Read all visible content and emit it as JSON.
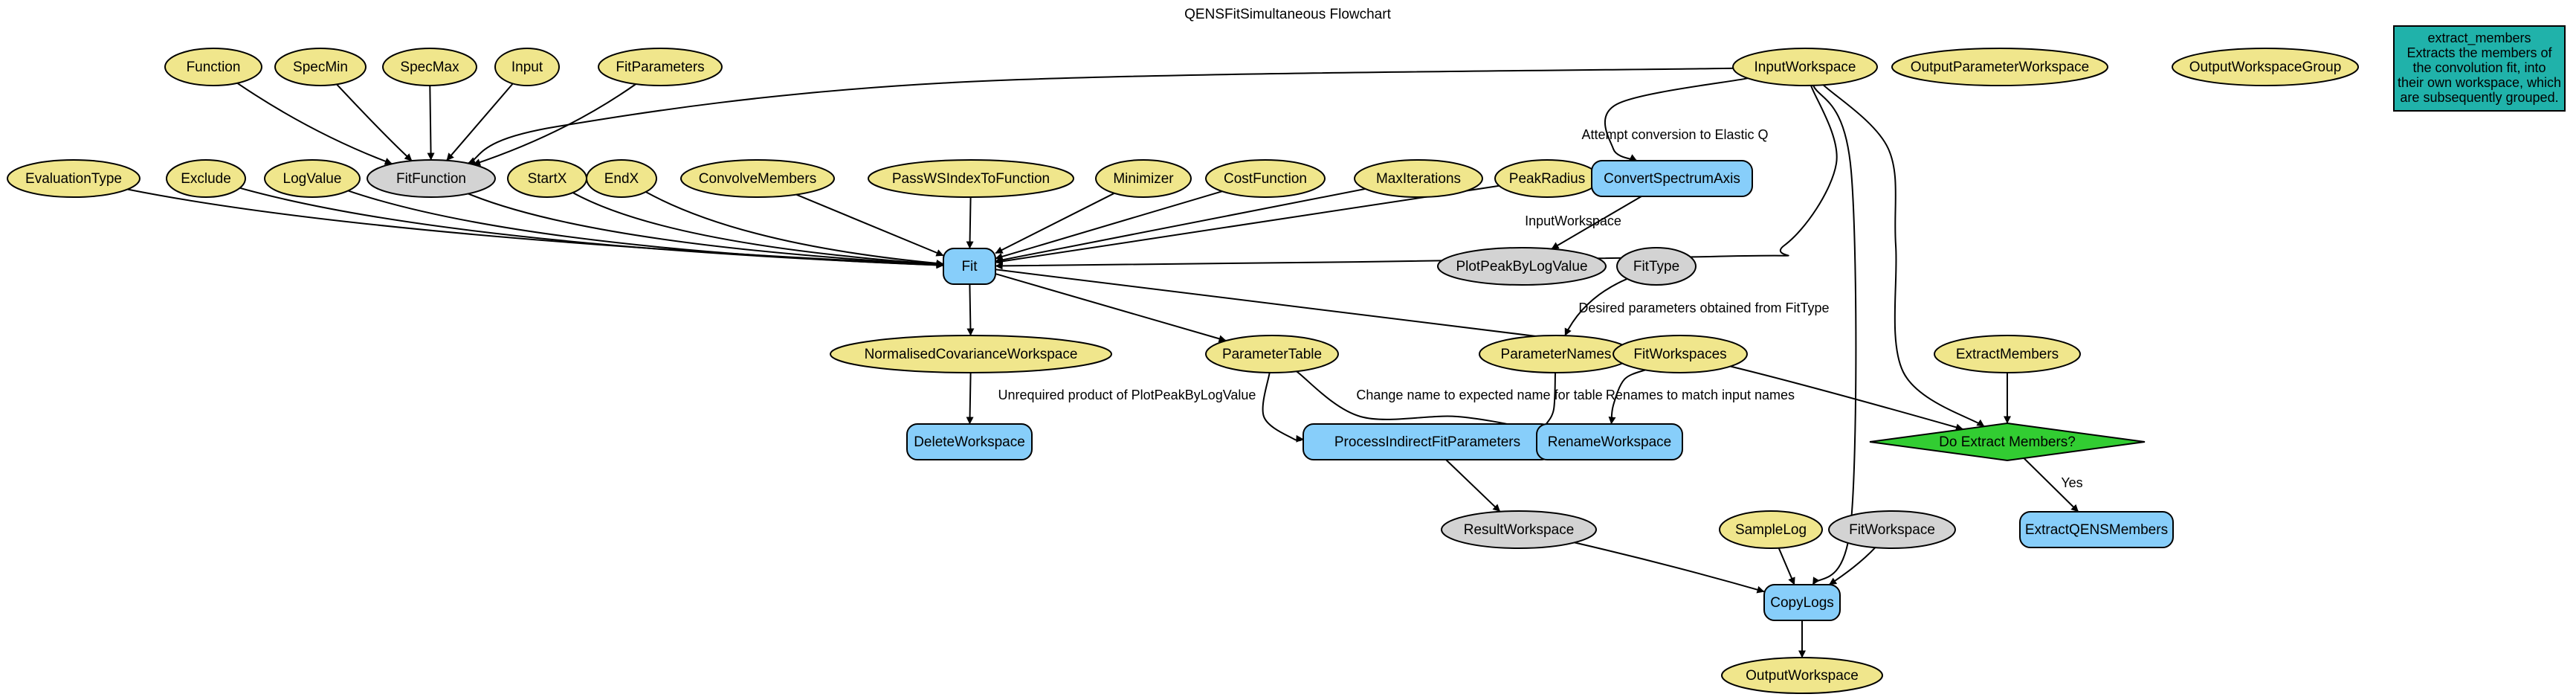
{
  "title": "QENSFitSimultaneous Flowchart",
  "colors": {
    "property": "#f0e68c",
    "algorithm": "#87cefa",
    "value": "#d3d3d3",
    "decision": "#32cd32",
    "note": "#20b2aa",
    "stroke": "#000000"
  },
  "nodes": [
    {
      "id": "Function",
      "label": "Function",
      "kind": "property"
    },
    {
      "id": "SpecMin",
      "label": "SpecMin",
      "kind": "property"
    },
    {
      "id": "SpecMax",
      "label": "SpecMax",
      "kind": "property"
    },
    {
      "id": "Input",
      "label": "Input",
      "kind": "property"
    },
    {
      "id": "FitParameters",
      "label": "FitParameters",
      "kind": "property"
    },
    {
      "id": "InputWorkspace",
      "label": "InputWorkspace",
      "kind": "property"
    },
    {
      "id": "OutputParameterWorkspace",
      "label": "OutputParameterWorkspace",
      "kind": "property"
    },
    {
      "id": "OutputWorkspaceGroup",
      "label": "OutputWorkspaceGroup",
      "kind": "property"
    },
    {
      "id": "EvaluationType",
      "label": "EvaluationType",
      "kind": "property"
    },
    {
      "id": "Exclude",
      "label": "Exclude",
      "kind": "property"
    },
    {
      "id": "LogValue",
      "label": "LogValue",
      "kind": "property"
    },
    {
      "id": "FitFunction",
      "label": "FitFunction",
      "kind": "value"
    },
    {
      "id": "StartX",
      "label": "StartX",
      "kind": "property"
    },
    {
      "id": "EndX",
      "label": "EndX",
      "kind": "property"
    },
    {
      "id": "ConvolveMembers",
      "label": "ConvolveMembers",
      "kind": "property"
    },
    {
      "id": "PassWSIndexToFunction",
      "label": "PassWSIndexToFunction",
      "kind": "property"
    },
    {
      "id": "Minimizer",
      "label": "Minimizer",
      "kind": "property"
    },
    {
      "id": "CostFunction",
      "label": "CostFunction",
      "kind": "property"
    },
    {
      "id": "MaxIterations",
      "label": "MaxIterations",
      "kind": "property"
    },
    {
      "id": "PeakRadius",
      "label": "PeakRadius",
      "kind": "property"
    },
    {
      "id": "ConvertSpectrumAxis",
      "label": "ConvertSpectrumAxis",
      "kind": "algorithm"
    },
    {
      "id": "Fit",
      "label": "Fit",
      "kind": "algorithm"
    },
    {
      "id": "PlotPeakByLogValue",
      "label": "PlotPeakByLogValue",
      "kind": "value"
    },
    {
      "id": "FitType",
      "label": "FitType",
      "kind": "value"
    },
    {
      "id": "NormalisedCovarianceWorkspace",
      "label": "NormalisedCovarianceWorkspace",
      "kind": "property"
    },
    {
      "id": "ParameterTable",
      "label": "ParameterTable",
      "kind": "property"
    },
    {
      "id": "ParameterNames",
      "label": "ParameterNames",
      "kind": "property"
    },
    {
      "id": "FitWorkspaces",
      "label": "FitWorkspaces",
      "kind": "property"
    },
    {
      "id": "ExtractMembers",
      "label": "ExtractMembers",
      "kind": "property"
    },
    {
      "id": "DeleteWorkspace",
      "label": "DeleteWorkspace",
      "kind": "algorithm"
    },
    {
      "id": "ProcessIndirectFitParameters",
      "label": "ProcessIndirectFitParameters",
      "kind": "algorithm"
    },
    {
      "id": "RenameWorkspace",
      "label": "RenameWorkspace",
      "kind": "algorithm"
    },
    {
      "id": "DoExtractMembers",
      "label": "Do Extract Members?",
      "kind": "decision"
    },
    {
      "id": "ResultWorkspace",
      "label": "ResultWorkspace",
      "kind": "value"
    },
    {
      "id": "SampleLog",
      "label": "SampleLog",
      "kind": "property"
    },
    {
      "id": "FitWorkspace",
      "label": "FitWorkspace",
      "kind": "value"
    },
    {
      "id": "ExtractQENSMembers",
      "label": "ExtractQENSMembers",
      "kind": "algorithm"
    },
    {
      "id": "CopyLogs",
      "label": "CopyLogs",
      "kind": "algorithm"
    },
    {
      "id": "OutputWorkspace",
      "label": "OutputWorkspace",
      "kind": "property"
    }
  ],
  "note": {
    "lines": [
      "extract_members",
      "Extracts the members of",
      "the convolution fit, into",
      "their own workspace, which",
      "are subsequently grouped."
    ]
  },
  "edges": [
    {
      "from": "Function",
      "to": "FitFunction",
      "label": ""
    },
    {
      "from": "SpecMin",
      "to": "FitFunction",
      "label": ""
    },
    {
      "from": "SpecMax",
      "to": "FitFunction",
      "label": ""
    },
    {
      "from": "Input",
      "to": "FitFunction",
      "label": ""
    },
    {
      "from": "FitParameters",
      "to": "FitFunction",
      "label": ""
    },
    {
      "from": "InputWorkspace",
      "to": "FitFunction",
      "label": ""
    },
    {
      "from": "InputWorkspace",
      "to": "ConvertSpectrumAxis",
      "label": "Attempt conversion to Elastic Q"
    },
    {
      "from": "InputWorkspace",
      "to": "Fit",
      "label": ""
    },
    {
      "from": "InputWorkspace",
      "to": "CopyLogs",
      "label": ""
    },
    {
      "from": "InputWorkspace",
      "to": "DoExtractMembers",
      "label": ""
    },
    {
      "from": "EvaluationType",
      "to": "Fit",
      "label": ""
    },
    {
      "from": "Exclude",
      "to": "Fit",
      "label": ""
    },
    {
      "from": "LogValue",
      "to": "Fit",
      "label": ""
    },
    {
      "from": "FitFunction",
      "to": "Fit",
      "label": ""
    },
    {
      "from": "StartX",
      "to": "Fit",
      "label": ""
    },
    {
      "from": "EndX",
      "to": "Fit",
      "label": ""
    },
    {
      "from": "ConvolveMembers",
      "to": "Fit",
      "label": ""
    },
    {
      "from": "PassWSIndexToFunction",
      "to": "Fit",
      "label": ""
    },
    {
      "from": "Minimizer",
      "to": "Fit",
      "label": ""
    },
    {
      "from": "CostFunction",
      "to": "Fit",
      "label": ""
    },
    {
      "from": "MaxIterations",
      "to": "Fit",
      "label": ""
    },
    {
      "from": "PeakRadius",
      "to": "Fit",
      "label": ""
    },
    {
      "from": "ConvertSpectrumAxis",
      "to": "PlotPeakByLogValue",
      "label": "InputWorkspace"
    },
    {
      "from": "Fit",
      "to": "NormalisedCovarianceWorkspace",
      "label": ""
    },
    {
      "from": "Fit",
      "to": "ParameterTable",
      "label": ""
    },
    {
      "from": "Fit",
      "to": "FitWorkspaces",
      "label": ""
    },
    {
      "from": "FitType",
      "to": "ParameterNames",
      "label": "Desired parameters obtained from FitType"
    },
    {
      "from": "NormalisedCovarianceWorkspace",
      "to": "DeleteWorkspace",
      "label": "Unrequired product of PlotPeakByLogValue"
    },
    {
      "from": "ParameterTable",
      "to": "ProcessIndirectFitParameters",
      "label": ""
    },
    {
      "from": "ParameterTable",
      "to": "RenameWorkspace",
      "label": "Change name to expected name for table"
    },
    {
      "from": "ParameterNames",
      "to": "ProcessIndirectFitParameters",
      "label": ""
    },
    {
      "from": "FitWorkspaces",
      "to": "RenameWorkspace",
      "label": "Renames to match input names"
    },
    {
      "from": "FitWorkspaces",
      "to": "DoExtractMembers",
      "label": ""
    },
    {
      "from": "ExtractMembers",
      "to": "DoExtractMembers",
      "label": ""
    },
    {
      "from": "DoExtractMembers",
      "to": "ExtractQENSMembers",
      "label": "Yes"
    },
    {
      "from": "ProcessIndirectFitParameters",
      "to": "ResultWorkspace",
      "label": ""
    },
    {
      "from": "ResultWorkspace",
      "to": "CopyLogs",
      "label": ""
    },
    {
      "from": "SampleLog",
      "to": "CopyLogs",
      "label": ""
    },
    {
      "from": "FitWorkspace",
      "to": "CopyLogs",
      "label": ""
    },
    {
      "from": "CopyLogs",
      "to": "OutputWorkspace",
      "label": ""
    }
  ]
}
